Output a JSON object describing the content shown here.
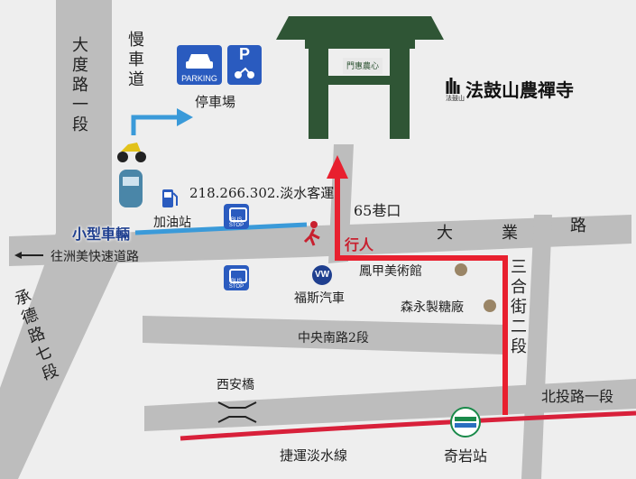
{
  "roads": {
    "dadu_road_1": "大度路一段",
    "slow_lane": "慢車道",
    "daye_road": [
      "大",
      "業",
      "路"
    ],
    "chengde_road_7": "承德路七段",
    "sanhe_street_2": "三合街二段",
    "zhongyang_s_road_2": "中央南路2段",
    "beitou_road_1": "北投路一段",
    "expressway_direction": "往洲美快速道路",
    "lane_65": "65巷口",
    "mrt_line": "捷運淡水線",
    "bridge": "西安橋"
  },
  "legend": {
    "parking_badge": "PARKING",
    "parking_label": "停車場",
    "parking_p": "P",
    "bus_stop_text": "BUS STOP",
    "vehicles_label": "小型車輛",
    "pedestrian_label": "行人"
  },
  "landmarks": {
    "gas_station": "加油站",
    "bus_routes": "218.266.302.淡水客運",
    "art_museum": "鳳甲美術館",
    "sugar_factory": "森永製糖廠",
    "volkswagen": "福斯汽車",
    "station": "奇岩站",
    "gate_plaque": "門惠農心",
    "temple_logo_small": "法鼓山",
    "temple_name": "法鼓山農禪寺"
  },
  "colors": {
    "road": "#bdbdbd",
    "background": "#eeeeee",
    "car_route": "#3a9ad9",
    "walk_route": "#e8202f",
    "gate": "#2f5535",
    "badge_blue": "#2a5bbf",
    "mrt_line": "#d8203a"
  }
}
